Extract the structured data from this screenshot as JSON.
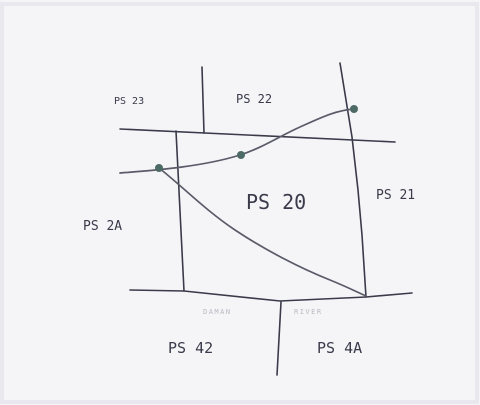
{
  "map": {
    "zones": [
      {
        "id": "ps23",
        "label": "PS 23"
      },
      {
        "id": "ps22",
        "label": "PS 22"
      },
      {
        "id": "ps20",
        "label": "PS 20"
      },
      {
        "id": "ps21",
        "label": "PS 21"
      },
      {
        "id": "ps2a",
        "label": "PS 2A"
      },
      {
        "id": "ps42",
        "label": "PS 42"
      },
      {
        "id": "ps4a",
        "label": "PS 4A"
      }
    ],
    "river": {
      "label_part1": "DAMAN",
      "label_part2": "RIVER"
    }
  },
  "colors": {
    "paper": "#f5f5f8",
    "ink": "#3a3a4a",
    "road": "#5a5a68",
    "marker": "#4e6a66"
  }
}
